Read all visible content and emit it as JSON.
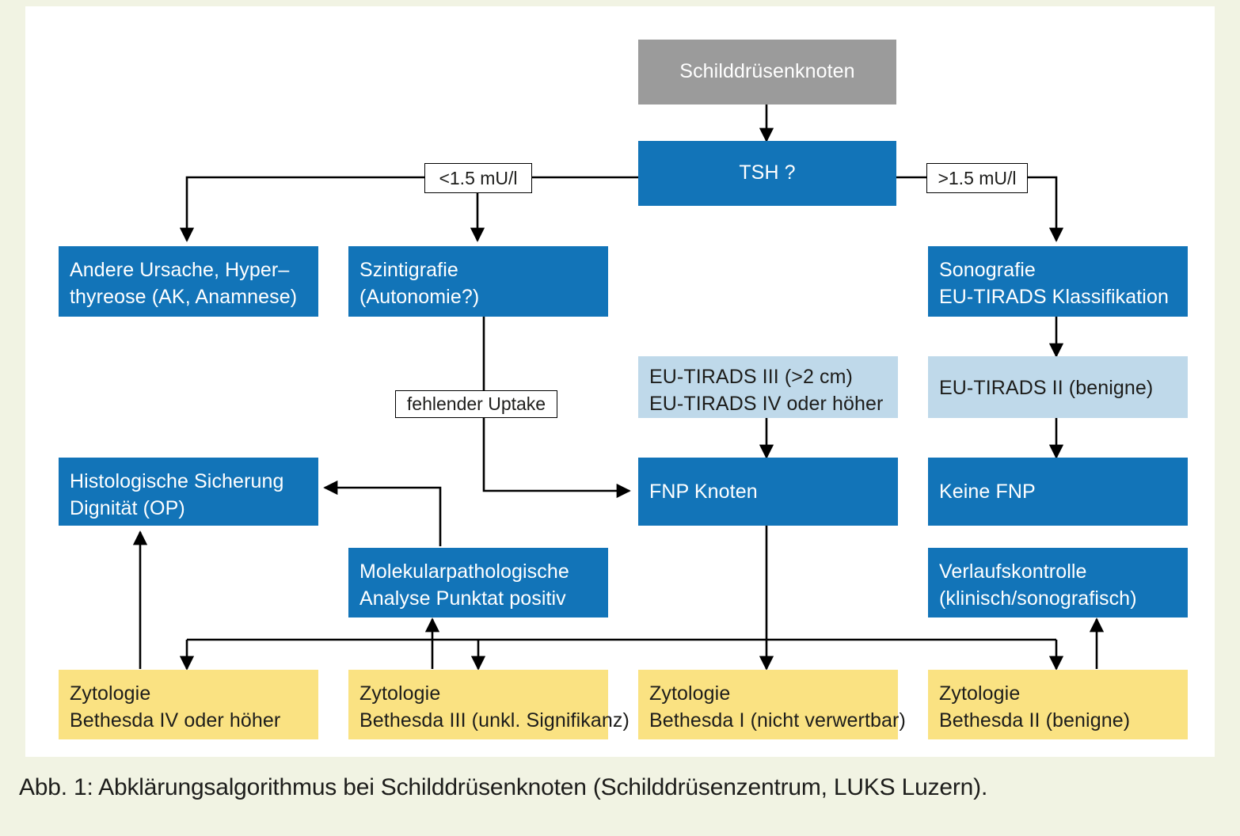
{
  "figure": {
    "caption": "Abb. 1: Abklärungsalgorithmus bei Schilddrüsenknoten (Schilddrüsenzentrum, LUKS Luzern)."
  },
  "colors": {
    "page_background": "#f1f3e3",
    "canvas": "#ffffff",
    "gray_node": "#9b9b9b",
    "blue_node": "#1274b8",
    "light_blue_node": "#bfd9ea",
    "yellow_node": "#fae282",
    "connector": "#000000",
    "node_text_light": "#ffffff",
    "node_text_dark": "#1d1d1b"
  },
  "nodes": {
    "root": {
      "label": "Schilddrüsenknoten",
      "type": "gray"
    },
    "tsh": {
      "label": "TSH ?",
      "type": "blue"
    },
    "andere_ursache": {
      "line1": "Andere Ursache, Hyper–",
      "line2": "thyreose (AK, Anamnese)",
      "type": "blue"
    },
    "szintigrafie": {
      "line1": "Szintigrafie",
      "line2": "(Autonomie?)",
      "type": "blue"
    },
    "sonografie": {
      "line1": "Sonografie",
      "line2": "EU-TIRADS Klassifikation",
      "type": "blue"
    },
    "eutirads_3_4": {
      "line1": "EU-TIRADS III (>2 cm)",
      "line2": "EU-TIRADS IV oder höher",
      "type": "light-blue"
    },
    "eutirads_2": {
      "line1": "EU-TIRADS II (benigne)",
      "type": "light-blue"
    },
    "histologie": {
      "line1": "Histologische Sicherung",
      "line2": "Dignität (OP)",
      "type": "blue"
    },
    "fnp_knoten": {
      "line1": "FNP Knoten",
      "type": "blue"
    },
    "keine_fnp": {
      "line1": "Keine FNP",
      "type": "blue"
    },
    "molekularpathologie": {
      "line1": "Molekularpathologische",
      "line2": "Analyse Punktat positiv",
      "type": "blue"
    },
    "verlaufskontrolle": {
      "line1": "Verlaufskontrolle",
      "line2": "(klinisch/sonografisch)",
      "type": "blue"
    },
    "zyt_bethesda_4": {
      "line1": "Zytologie",
      "line2": "Bethesda IV oder höher",
      "type": "yellow"
    },
    "zyt_bethesda_3": {
      "line1": "Zytologie",
      "line2": "Bethesda III (unkl. Signifikanz)",
      "type": "yellow"
    },
    "zyt_bethesda_1": {
      "line1": "Zytologie",
      "line2": "Bethesda I (nicht verwertbar)",
      "type": "yellow"
    },
    "zyt_bethesda_2": {
      "line1": "Zytologie",
      "line2": "Bethesda II (benigne)",
      "type": "yellow"
    }
  },
  "edge_labels": {
    "tsh_low": "<1.5 mU/l",
    "tsh_high": ">1.5 mU/l",
    "fehlender_uptake": "fehlender Uptake"
  }
}
